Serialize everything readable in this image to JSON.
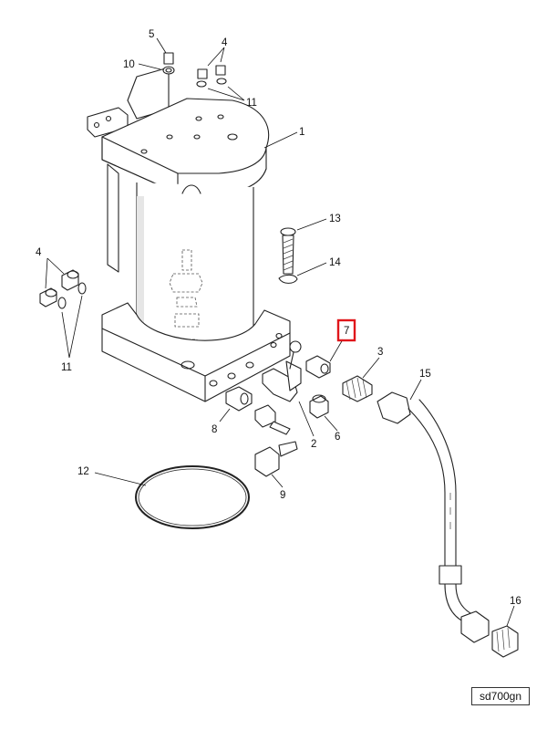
{
  "callouts": {
    "c1": "1",
    "c2": "2",
    "c3": "3",
    "c4a": "4",
    "c4b": "4",
    "c5": "5",
    "c6": "6",
    "c7": "7",
    "c8": "8",
    "c9": "9",
    "c10": "10",
    "c11a": "11",
    "c11b": "11",
    "c12": "12",
    "c13": "13",
    "c14": "14",
    "c15": "15",
    "c16": "16"
  },
  "highlight": {
    "callout": "7",
    "color": "#e0161b"
  },
  "reference": "sd700gn"
}
